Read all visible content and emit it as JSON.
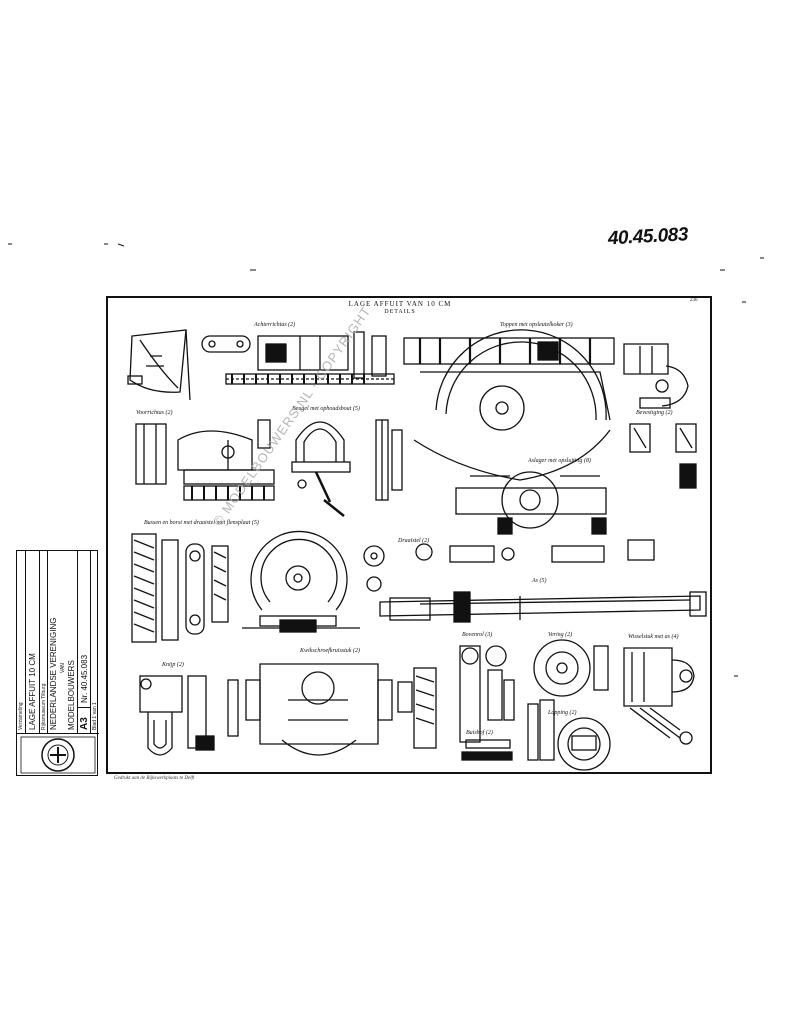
{
  "document": {
    "reference_number": "40.45.083",
    "sheet_title": "LAGE AFFUIT VAN 10 CM",
    "sheet_subtitle": "DETAILS",
    "sheet_corner": "236",
    "watermark": "© MODELBOUWERS.NL - COPYRIGHT",
    "footer_note": "Gedrukt aan de Rijkswerkplaats te Delft"
  },
  "part_labels": [
    "Achterrichtas (2)",
    "Toppen met opsleutelkoker (3)",
    "Voorrichtas (2)",
    "Beugel met ophoudsbout (5)",
    "Bevestiging (2)",
    "Aslager met opsluiting (8)",
    "Bussen en borst met draaistel met flensplaat (5)",
    "Draaistel (2)",
    "As (5)",
    "Knijp (2)",
    "Kwikschroefkruisstuk (2)",
    "Bovenrol (3)",
    "Vering (2)",
    "Wisselstuk met as (4)",
    "Lapping (2)",
    "Buishof (2)"
  ],
  "title_block": {
    "collection_label": "Verzameling",
    "object_name": "LAGE AFFUIT 10 CM",
    "small_note_1": "Rijksmuseum Tilburg",
    "organization_line_1": "NEDERLANDSE VERENIGING",
    "organization_line_2": "VAN",
    "organization_line_3": "MODELBOUWERS",
    "sheet_size": "A3",
    "number_label": "Nr. 40.45.083",
    "small_note_2": "Blad 1 van 1"
  },
  "colors": {
    "ink": "#111111",
    "paper": "#ffffff",
    "watermark": "#aaaaaa"
  }
}
